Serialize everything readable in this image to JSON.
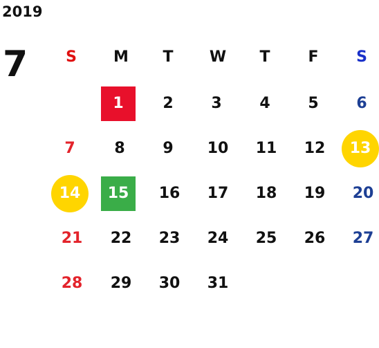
{
  "calendar": {
    "year": "2019",
    "month": "7",
    "colors": {
      "sunday": "#e3232b",
      "saturday": "#1d3f94",
      "holiday_red": "#e8102b",
      "event_green": "#3aad48",
      "highlight_yellow": "#ffd500"
    },
    "weekdays": [
      "S",
      "M",
      "T",
      "W",
      "T",
      "F",
      "S"
    ],
    "weeks": [
      [
        "",
        "1",
        "2",
        "3",
        "4",
        "5",
        "6"
      ],
      [
        "7",
        "8",
        "9",
        "10",
        "11",
        "12",
        "13"
      ],
      [
        "14",
        "15",
        "16",
        "17",
        "18",
        "19",
        "20"
      ],
      [
        "21",
        "22",
        "23",
        "24",
        "25",
        "26",
        "27"
      ],
      [
        "28",
        "29",
        "30",
        "31",
        "",
        "",
        ""
      ]
    ],
    "highlights": {
      "red_square": [
        "1"
      ],
      "green_square": [
        "15"
      ],
      "yellow_circle": [
        "13",
        "14"
      ]
    }
  }
}
